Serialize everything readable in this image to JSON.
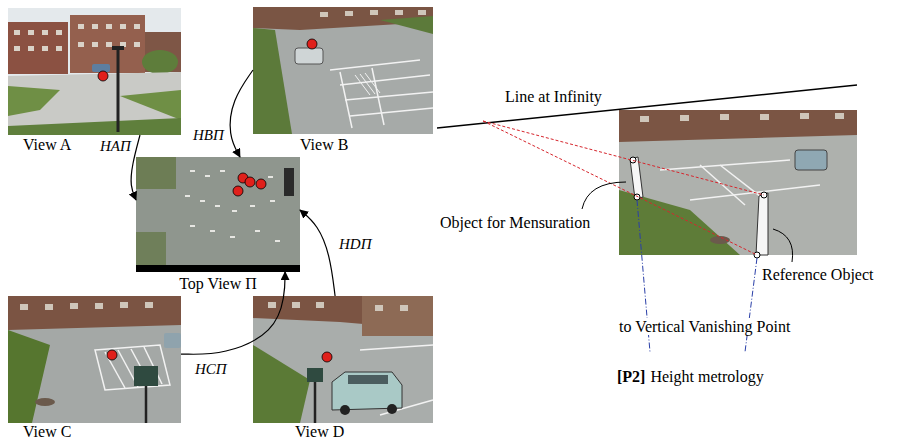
{
  "diagram": {
    "nodes": [
      {
        "text": [
          "View A"
        ]
      },
      {
        "text": [
          "View B"
        ]
      },
      {
        "text": [
          "Top View Π"
        ]
      },
      {
        "text": [
          "View C"
        ]
      },
      {
        "text": [
          "View D"
        ]
      }
    ],
    "edges": [
      {
        "from": 0,
        "to": 2,
        "arrow": "to",
        "label": "HAΠ"
      },
      {
        "from": 1,
        "to": 2,
        "arrow": "to",
        "label": "HBΠ"
      },
      {
        "from": 3,
        "to": 2,
        "arrow": "to",
        "label": "HCΠ"
      },
      {
        "from": 4,
        "to": 2,
        "arrow": "to",
        "label": "HDΠ"
      }
    ],
    "labels": [
      "Line at Infinity",
      "Object for Mensuration",
      "Reference Object",
      "to Vertical Vanishing Point",
      "[P2]",
      "Height metrology"
    ]
  }
}
